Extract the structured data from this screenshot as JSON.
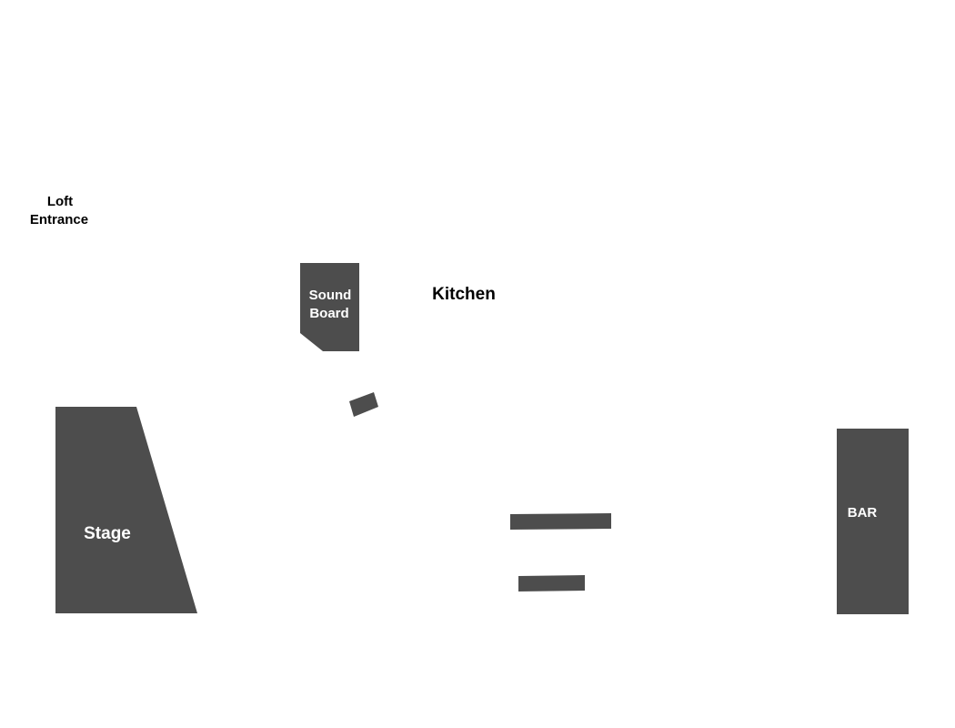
{
  "floorplan": {
    "loft_entrance": {
      "line1": "Loft",
      "line2": "Entrance"
    },
    "kitchen": {
      "label": "Kitchen"
    },
    "sound_board": {
      "line1": "Sound",
      "line2": "Board"
    },
    "stage": {
      "label": "Stage"
    },
    "bar": {
      "label": "BAR"
    },
    "colors": {
      "fixture_fill": "#4d4d4d",
      "dark_text": "#000000",
      "light_text": "#ffffff",
      "background": "#ffffff"
    }
  }
}
